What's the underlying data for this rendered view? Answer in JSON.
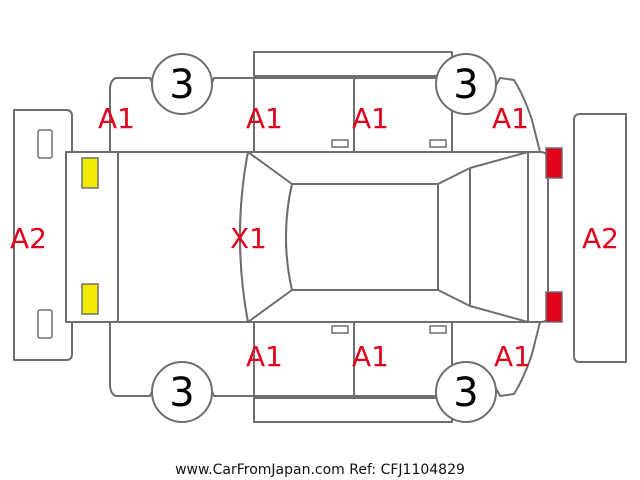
{
  "colors": {
    "damage_code": "#e0001b",
    "outline": "#6e6e6e",
    "front_light": "#f2ec00",
    "rear_light": "#e0001b"
  },
  "codes": {
    "left_front_fender": "A1",
    "left_front_door": "A1",
    "left_rear_door": "A1",
    "left_rear_fender": "A1",
    "right_front_door": "A1",
    "right_rear_door": "A1",
    "right_rear_fender": "A1",
    "front_bumper": "A2",
    "rear_bumper": "A2",
    "hood": "X1"
  },
  "tyres": {
    "front_left": "3",
    "rear_left": "3",
    "front_right": "3",
    "rear_right": "3"
  },
  "footer": "www.CarFromJapan.com Ref: CFJ1104829"
}
